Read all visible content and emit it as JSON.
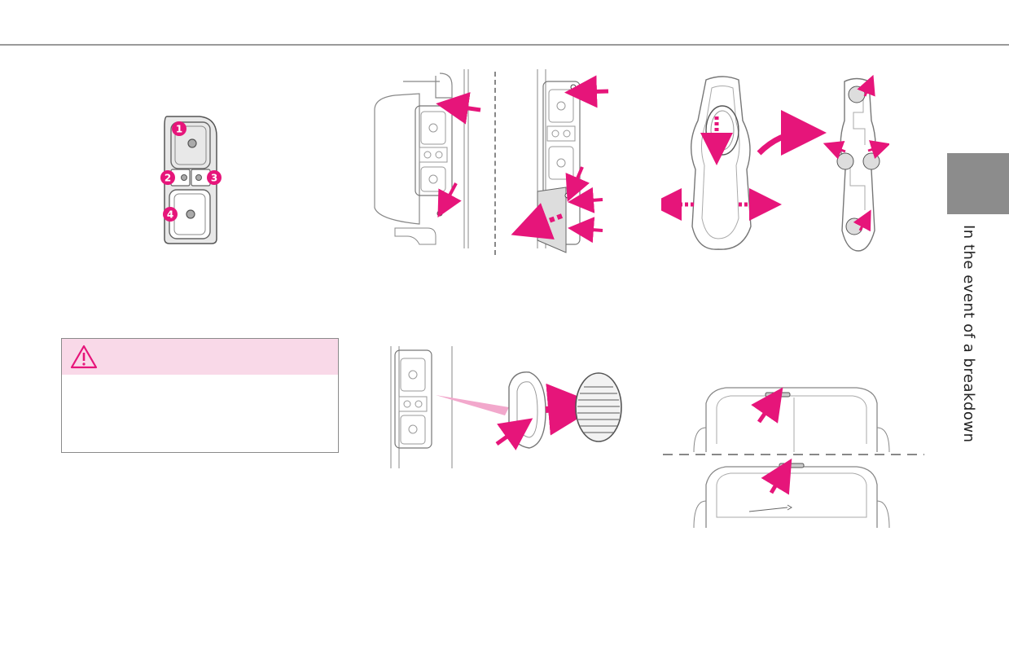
{
  "side_tab": {
    "label": "In the event of a breakdown"
  },
  "lamp_diagram": {
    "callouts": [
      "1",
      "2",
      "3",
      "4"
    ]
  },
  "colors": {
    "accent": "#e6157a",
    "warning_header": "#f9d9e8",
    "line": "#8a8a8a",
    "tab": "#8c8c8c"
  },
  "icons": {
    "warning": "warning-triangle-icon"
  }
}
